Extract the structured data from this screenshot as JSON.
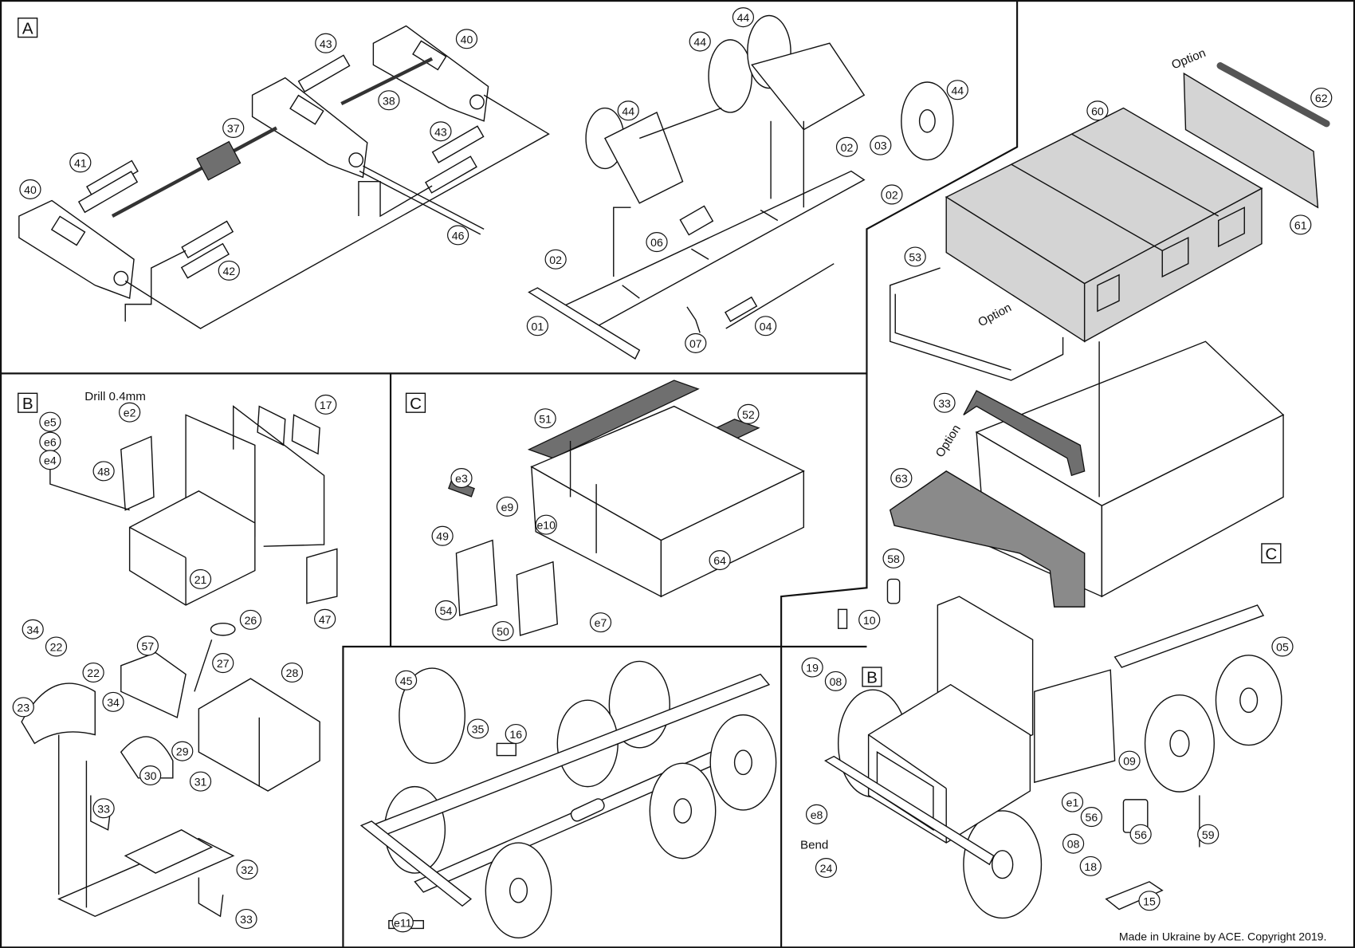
{
  "sections": {
    "a": "A",
    "b_panel": "B",
    "c_panel": "C",
    "b_callout": "B",
    "c_callout": "C"
  },
  "notes": {
    "drill": "Drill 0.4mm",
    "bend": "Bend",
    "option_rod": "Option",
    "option_rail": "Option",
    "option_bow": "Option"
  },
  "footer": "Made in Ukraine by ACE. Copyright 2019.",
  "labels": [
    "43",
    "40",
    "38",
    "37",
    "43",
    "41",
    "40",
    "42",
    "46",
    "44",
    "44",
    "44",
    "44",
    "02",
    "03",
    "02",
    "06",
    "02",
    "01",
    "04",
    "07",
    "62",
    "60",
    "61",
    "53",
    "33",
    "63",
    "58",
    "10",
    "05",
    "19",
    "08",
    "09",
    "e1",
    "56",
    "56",
    "59",
    "e8",
    "24",
    "08",
    "18",
    "15",
    "e2",
    "17",
    "e5",
    "e6",
    "e4",
    "48",
    "21",
    "47",
    "26",
    "34",
    "22",
    "57",
    "27",
    "22",
    "28",
    "23",
    "34",
    "29",
    "30",
    "31",
    "33",
    "32",
    "33",
    "51",
    "52",
    "e3",
    "e9",
    "49",
    "e10",
    "64",
    "54",
    "e7",
    "50",
    "45",
    "35",
    "16",
    "e11"
  ]
}
